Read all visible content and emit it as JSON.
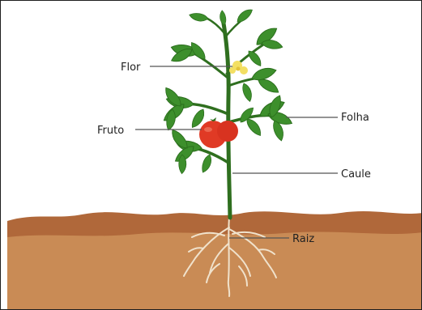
{
  "diagram": {
    "labels": {
      "flower": "Flor",
      "fruit": "Fruto",
      "leaf": "Folha",
      "stem": "Caule",
      "root": "Raiz"
    },
    "colors": {
      "soil_top": "#b0683a",
      "soil": "#c88a53",
      "stem": "#2f6f1f",
      "leaf": "#3d8f2c",
      "leaf_dark": "#2a6d1c",
      "tomato": "#e03a25",
      "flower": "#f3df63",
      "root": "#f2e4cf",
      "leader_line": "#555555"
    }
  }
}
